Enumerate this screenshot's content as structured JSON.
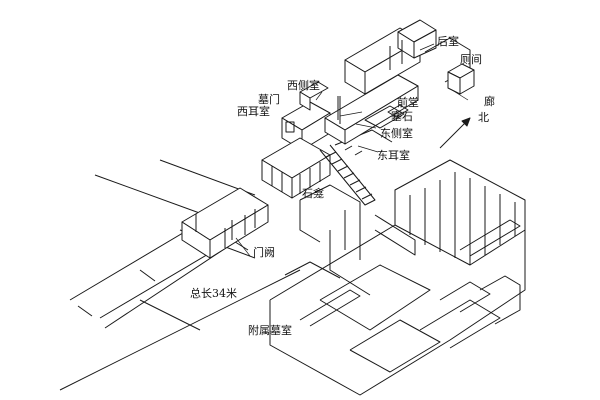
{
  "labels": {
    "rear_chamber": "后室",
    "side_room": "厕间",
    "corridor": "廊",
    "west_side_chamber": "西侧室",
    "tomb_gate": "墓门",
    "west_ear_chamber": "西耳室",
    "front_hall": "前堂",
    "plug_stone": "塞石",
    "east_side_chamber": "东侧室",
    "east_ear_chamber": "东耳室",
    "stone_niche": "石龛",
    "north": "北",
    "gate_tower": "门阙",
    "total_length": "总长34米",
    "attached_tomb": "附属墓室"
  },
  "colors": {
    "ink": "#1a1a1a",
    "paper": "#ffffff"
  }
}
